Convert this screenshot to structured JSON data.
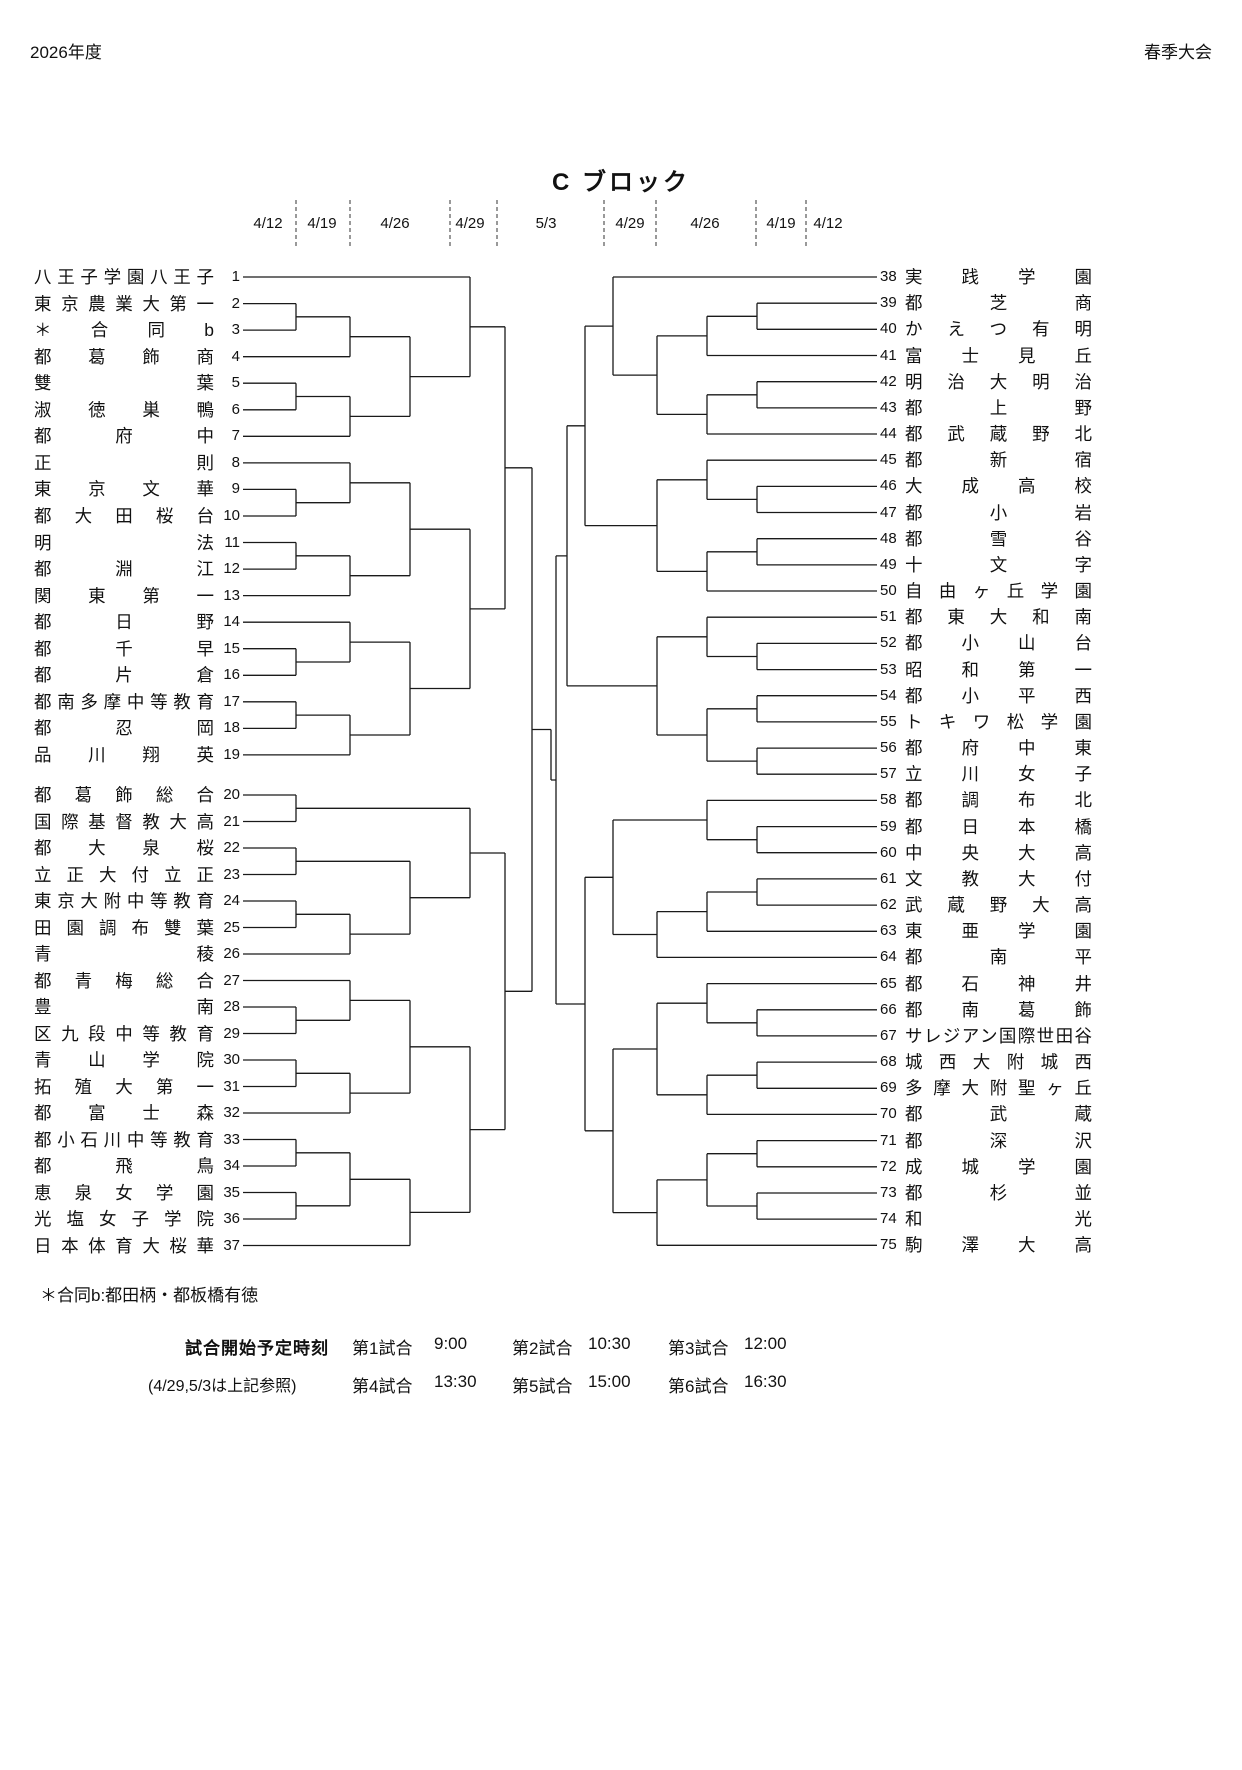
{
  "header": {
    "year": "2026年度",
    "event": "春季大会",
    "title": "C ブロック"
  },
  "dates": [
    "4/12",
    "4/19",
    "4/26",
    "4/29",
    "5/3",
    "4/29",
    "4/26",
    "4/19",
    "4/12"
  ],
  "teams_left": [
    {
      "no": 1,
      "name": "八王子学園八王子"
    },
    {
      "no": 2,
      "name": "東京農業大第一"
    },
    {
      "no": 3,
      "name": "＊合同b"
    },
    {
      "no": 4,
      "name": "都葛飾商"
    },
    {
      "no": 5,
      "name": "雙葉"
    },
    {
      "no": 6,
      "name": "淑徳巣鴨"
    },
    {
      "no": 7,
      "name": "都府中"
    },
    {
      "no": 8,
      "name": "正則"
    },
    {
      "no": 9,
      "name": "東京文華"
    },
    {
      "no": 10,
      "name": "都大田桜台"
    },
    {
      "no": 11,
      "name": "明法"
    },
    {
      "no": 12,
      "name": "都淵江"
    },
    {
      "no": 13,
      "name": "関東第一"
    },
    {
      "no": 14,
      "name": "都日野"
    },
    {
      "no": 15,
      "name": "都千早"
    },
    {
      "no": 16,
      "name": "都片倉"
    },
    {
      "no": 17,
      "name": "都南多摩中等教育"
    },
    {
      "no": 18,
      "name": "都忍岡"
    },
    {
      "no": 19,
      "name": "品川翔英"
    },
    {
      "no": 20,
      "name": "都葛飾総合"
    },
    {
      "no": 21,
      "name": "国際基督教大高"
    },
    {
      "no": 22,
      "name": "都大泉桜"
    },
    {
      "no": 23,
      "name": "立正大付立正"
    },
    {
      "no": 24,
      "name": "東京大附中等教育"
    },
    {
      "no": 25,
      "name": "田園調布雙葉"
    },
    {
      "no": 26,
      "name": "青稜"
    },
    {
      "no": 27,
      "name": "都青梅総合"
    },
    {
      "no": 28,
      "name": "豊南"
    },
    {
      "no": 29,
      "name": "区九段中等教育"
    },
    {
      "no": 30,
      "name": "青山学院"
    },
    {
      "no": 31,
      "name": "拓殖大第一"
    },
    {
      "no": 32,
      "name": "都富士森"
    },
    {
      "no": 33,
      "name": "都小石川中等教育"
    },
    {
      "no": 34,
      "name": "都飛鳥"
    },
    {
      "no": 35,
      "name": "恵泉女学園"
    },
    {
      "no": 36,
      "name": "光塩女子学院"
    },
    {
      "no": 37,
      "name": "日本体育大桜華"
    }
  ],
  "teams_right": [
    {
      "no": 38,
      "name": "実践学園"
    },
    {
      "no": 39,
      "name": "都芝商"
    },
    {
      "no": 40,
      "name": "かえつ有明"
    },
    {
      "no": 41,
      "name": "富士見丘"
    },
    {
      "no": 42,
      "name": "明治大明治"
    },
    {
      "no": 43,
      "name": "都上野"
    },
    {
      "no": 44,
      "name": "都武蔵野北"
    },
    {
      "no": 45,
      "name": "都新宿"
    },
    {
      "no": 46,
      "name": "大成高校"
    },
    {
      "no": 47,
      "name": "都小岩"
    },
    {
      "no": 48,
      "name": "都雪谷"
    },
    {
      "no": 49,
      "name": "十文字"
    },
    {
      "no": 50,
      "name": "自由ヶ丘学園"
    },
    {
      "no": 51,
      "name": "都東大和南"
    },
    {
      "no": 52,
      "name": "都小山台"
    },
    {
      "no": 53,
      "name": "昭和第一"
    },
    {
      "no": 54,
      "name": "都小平西"
    },
    {
      "no": 55,
      "name": "トキワ松学園"
    },
    {
      "no": 56,
      "name": "都府中東"
    },
    {
      "no": 57,
      "name": "立川女子"
    },
    {
      "no": 58,
      "name": "都調布北"
    },
    {
      "no": 59,
      "name": "都日本橋"
    },
    {
      "no": 60,
      "name": "中央大高"
    },
    {
      "no": 61,
      "name": "文教大付"
    },
    {
      "no": 62,
      "name": "武蔵野大高"
    },
    {
      "no": 63,
      "name": "東亜学園"
    },
    {
      "no": 64,
      "name": "都南平"
    },
    {
      "no": 65,
      "name": "都石神井"
    },
    {
      "no": 66,
      "name": "都南葛飾"
    },
    {
      "no": 67,
      "name": "サレジアン国際世田谷"
    },
    {
      "no": 68,
      "name": "城西大附城西"
    },
    {
      "no": 69,
      "name": "多摩大附聖ヶ丘"
    },
    {
      "no": 70,
      "name": "都武蔵"
    },
    {
      "no": 71,
      "name": "都深沢"
    },
    {
      "no": 72,
      "name": "成城学園"
    },
    {
      "no": 73,
      "name": "都杉並"
    },
    {
      "no": 74,
      "name": "和光"
    },
    {
      "no": 75,
      "name": "駒澤大高"
    }
  ],
  "bracket": {
    "left": [
      [
        [
          1,
          [
            [
              [
                2,
                3
              ],
              4
            ],
            [
              [
                5,
                6
              ],
              7
            ]
          ]
        ],
        [
          [
            [
              8,
              [
                9,
                10
              ]
            ],
            [
              [
                11,
                12
              ],
              13
            ]
          ],
          [
            [
              14,
              [
                15,
                16
              ]
            ],
            [
              [
                17,
                18
              ],
              19
            ]
          ]
        ]
      ],
      [
        [
          [
            20,
            21
          ],
          [
            [
              22,
              23
            ],
            [
              [
                24,
                25
              ],
              26
            ]
          ]
        ],
        [
          [
            [
              27,
              [
                28,
                29
              ]
            ],
            [
              [
                30,
                31
              ],
              32
            ]
          ],
          [
            [
              [
                33,
                34
              ],
              [
                35,
                36
              ]
            ],
            37
          ]
        ]
      ]
    ],
    "right": [
      [
        [
          [
            38,
            [
              [
                [
                  39,
                  40
                ],
                41
              ],
              [
                [
                  42,
                  43
                ],
                44
              ]
            ]
          ],
          [
            [
              45,
              [
                46,
                47
              ]
            ],
            [
              [
                48,
                49
              ],
              50
            ]
          ]
        ],
        [
          [
            51,
            [
              52,
              53
            ]
          ],
          [
            [
              54,
              55
            ],
            [
              56,
              57
            ]
          ]
        ]
      ],
      [
        [
          [
            58,
            [
              59,
              60
            ]
          ],
          [
            [
              [
                61,
                62
              ],
              63
            ],
            64
          ]
        ],
        [
          [
            [
              65,
              [
                66,
                67
              ]
            ],
            [
              [
                68,
                69
              ],
              70
            ]
          ],
          [
            [
              [
                71,
                72
              ],
              [
                73,
                74
              ]
            ],
            75
          ]
        ]
      ]
    ]
  },
  "footnote": "＊合同b:都田柄・都板橋有徳",
  "schedule": {
    "heading": "試合開始予定時刻",
    "note": "(4/29,5/3は上記参照)",
    "rows": [
      [
        {
          "label": "第1試合",
          "time": "9:00"
        },
        {
          "label": "第2試合",
          "time": "10:30"
        },
        {
          "label": "第3試合",
          "time": "12:00"
        }
      ],
      [
        {
          "label": "第4試合",
          "time": "13:30"
        },
        {
          "label": "第5試合",
          "time": "15:00"
        },
        {
          "label": "第6試合",
          "time": "16:30"
        }
      ]
    ]
  },
  "colors": {
    "line": "#1a1a1a",
    "text": "#111111",
    "background": "#ffffff"
  }
}
